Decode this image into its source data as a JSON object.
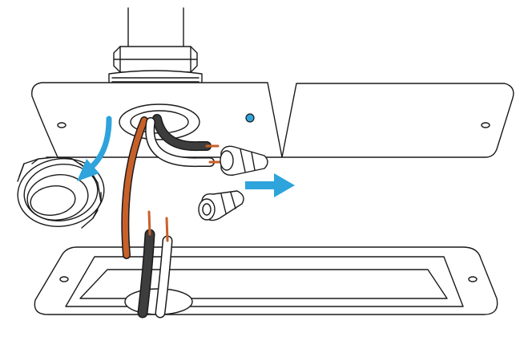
{
  "diagram": {
    "palette": {
      "outline": "#1a1a1a",
      "paper": "#ffffff",
      "arrow_blue": "#2ea3dc",
      "wire_copper": "#c8602a",
      "wire_black": "#3d3d3d",
      "wire_white": "#ffffff",
      "screw_blue": "#2ea3dc"
    },
    "parts": [
      {
        "name": "conduit-pipe",
        "icon": "pipe-icon"
      },
      {
        "name": "mounting-plate-left",
        "icon": "plate-icon"
      },
      {
        "name": "mounting-plate-right",
        "icon": "plate-icon"
      },
      {
        "name": "locknut-ring",
        "icon": "ring-nut-icon"
      },
      {
        "name": "wire-nut-connector",
        "icon": "wire-nut-icon",
        "count": 2
      },
      {
        "name": "junction-box-cutout",
        "icon": "box-icon"
      }
    ],
    "arrows": [
      {
        "name": "remove-locknut-arrow",
        "direction": "down-left"
      },
      {
        "name": "remove-wire-nut-arrow",
        "direction": "right"
      }
    ]
  }
}
